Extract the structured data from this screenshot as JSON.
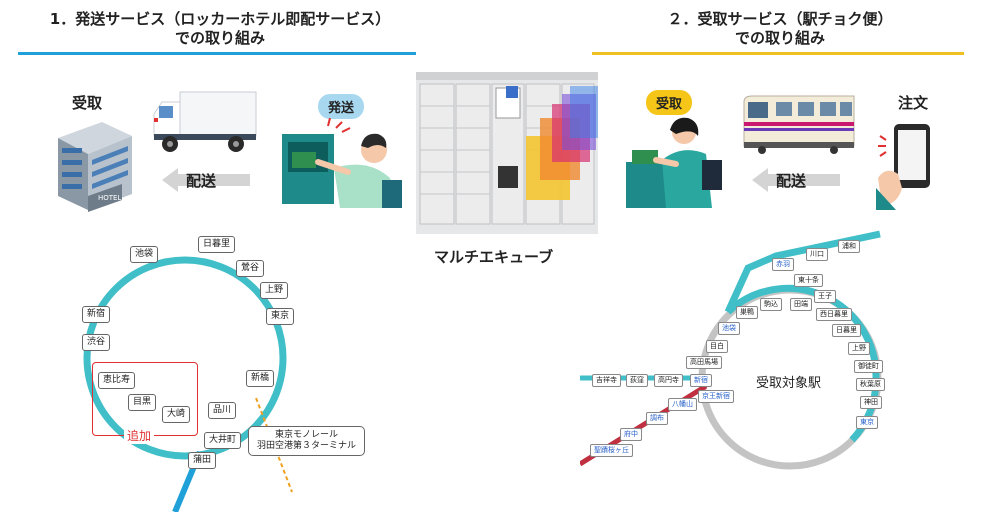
{
  "left_section": {
    "heading_line1": "1．発送サービス（ロッカーホテル即配サービス）",
    "heading_line2": "での取り組み",
    "underline_color": "#1fa0d8",
    "receive_label": "受取",
    "send_badge": "発送",
    "delivery_label": "配送",
    "hotel_sign": "HOTEL",
    "stations": [
      "日暮里",
      "池袋",
      "鶯谷",
      "上野",
      "新宿",
      "東京",
      "渋谷",
      "新橋",
      "恵比寿",
      "目黒",
      "大崎",
      "品川",
      "大井町",
      "蒲田"
    ],
    "added_label": "追加",
    "monorail_label": "東京モノレール\n羽田空港第３ターミナル"
  },
  "center": {
    "locker_label": "マルチエキューブ"
  },
  "right_section": {
    "heading_line1": "２．受取サービス（駅チョク便）",
    "heading_line2": "での取り組み",
    "underline_color": "#f0c020",
    "receive_badge": "受取",
    "order_label": "注文",
    "delivery_label": "配送",
    "target_label": "受取対象駅",
    "stations": [
      "浦和",
      "川口",
      "赤羽",
      "東十条",
      "王子",
      "巣鴨",
      "駒込",
      "田端",
      "西日暮里",
      "日暮里",
      "池袋",
      "上野",
      "目白",
      "御徒町",
      "高田馬場",
      "秋葉原",
      "吉祥寺",
      "荻窪",
      "高円寺",
      "新宿",
      "神田",
      "京王新宿",
      "八幡山",
      "東京",
      "調布",
      "府中",
      "聖蹟桜ヶ丘"
    ]
  }
}
